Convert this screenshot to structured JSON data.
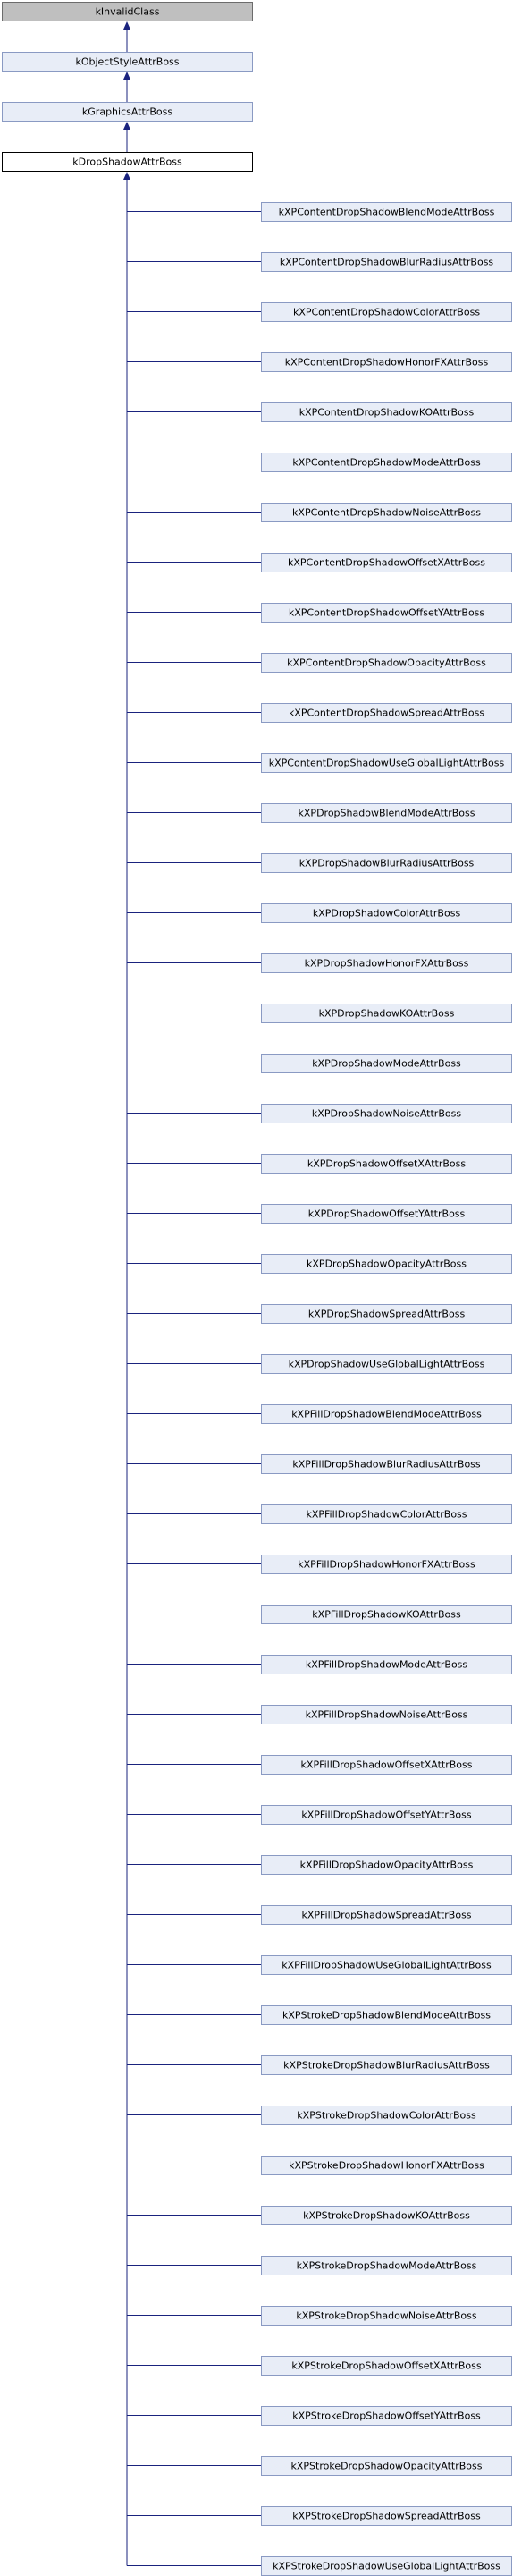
{
  "diagram": {
    "type": "class-inheritance",
    "base_chain": [
      "kInvalidClass",
      "kObjectStyleAttrBoss",
      "kGraphicsAttrBoss",
      "kDropShadowAttrBoss"
    ],
    "children": [
      "kXPContentDropShadowBlendModeAttrBoss",
      "kXPContentDropShadowBlurRadiusAttrBoss",
      "kXPContentDropShadowColorAttrBoss",
      "kXPContentDropShadowHonorFXAttrBoss",
      "kXPContentDropShadowKOAttrBoss",
      "kXPContentDropShadowModeAttrBoss",
      "kXPContentDropShadowNoiseAttrBoss",
      "kXPContentDropShadowOffsetXAttrBoss",
      "kXPContentDropShadowOffsetYAttrBoss",
      "kXPContentDropShadowOpacityAttrBoss",
      "kXPContentDropShadowSpreadAttrBoss",
      "kXPContentDropShadowUseGlobalLightAttrBoss",
      "kXPDropShadowBlendModeAttrBoss",
      "kXPDropShadowBlurRadiusAttrBoss",
      "kXPDropShadowColorAttrBoss",
      "kXPDropShadowHonorFXAttrBoss",
      "kXPDropShadowKOAttrBoss",
      "kXPDropShadowModeAttrBoss",
      "kXPDropShadowNoiseAttrBoss",
      "kXPDropShadowOffsetXAttrBoss",
      "kXPDropShadowOffsetYAttrBoss",
      "kXPDropShadowOpacityAttrBoss",
      "kXPDropShadowSpreadAttrBoss",
      "kXPDropShadowUseGlobalLightAttrBoss",
      "kXPFillDropShadowBlendModeAttrBoss",
      "kXPFillDropShadowBlurRadiusAttrBoss",
      "kXPFillDropShadowColorAttrBoss",
      "kXPFillDropShadowHonorFXAttrBoss",
      "kXPFillDropShadowKOAttrBoss",
      "kXPFillDropShadowModeAttrBoss",
      "kXPFillDropShadowNoiseAttrBoss",
      "kXPFillDropShadowOffsetXAttrBoss",
      "kXPFillDropShadowOffsetYAttrBoss",
      "kXPFillDropShadowOpacityAttrBoss",
      "kXPFillDropShadowSpreadAttrBoss",
      "kXPFillDropShadowUseGlobalLightAttrBoss",
      "kXPStrokeDropShadowBlendModeAttrBoss",
      "kXPStrokeDropShadowBlurRadiusAttrBoss",
      "kXPStrokeDropShadowColorAttrBoss",
      "kXPStrokeDropShadowHonorFXAttrBoss",
      "kXPStrokeDropShadowKOAttrBoss",
      "kXPStrokeDropShadowModeAttrBoss",
      "kXPStrokeDropShadowNoiseAttrBoss",
      "kXPStrokeDropShadowOffsetXAttrBoss",
      "kXPStrokeDropShadowOffsetYAttrBoss",
      "kXPStrokeDropShadowOpacityAttrBoss",
      "kXPStrokeDropShadowSpreadAttrBoss",
      "kXPStrokeDropShadowUseGlobalLightAttrBoss"
    ],
    "colors": {
      "edge": "#1a237e",
      "node_fill": "#e8edf7",
      "node_border": "#8a9ac3",
      "invalid_fill": "#bfbfbf",
      "current_border": "#000000"
    }
  }
}
